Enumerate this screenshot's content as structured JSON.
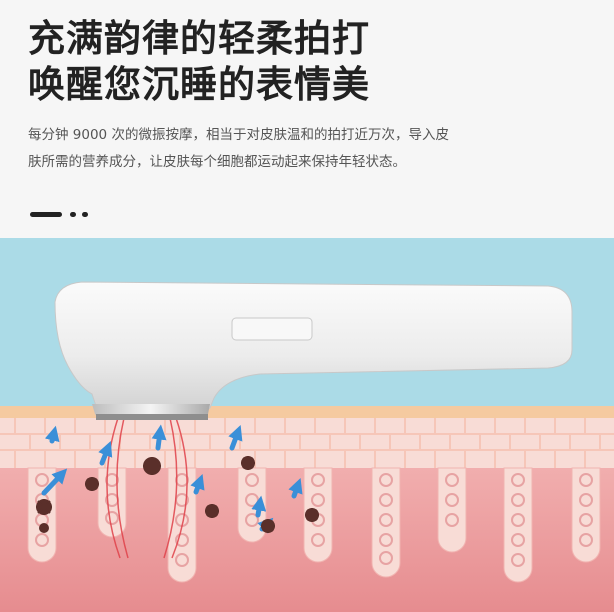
{
  "headline": {
    "line1": "充满韵律的轻柔拍打",
    "line2": "唤醒您沉睡的表情美"
  },
  "description": "每分钟 9000 次的微振按摩，相当于对皮肤温和的拍打近万次，导入皮肤所需的营养成分，让皮肤每个细胞都运动起来保持年轻状态。",
  "illustration": {
    "colors": {
      "background": "#abdbe7",
      "skin_surface": "#f5caa0",
      "epidermis": "#f8dcd6",
      "dermis": "#e99a9c",
      "arrows": "#3a8fd8",
      "particles": "#5a2f2a",
      "waves": "#e0424a"
    },
    "icons": [
      "beauty-device",
      "up-arrow-icon",
      "dirt-particle-icon",
      "vibration-wave-icon"
    ]
  }
}
